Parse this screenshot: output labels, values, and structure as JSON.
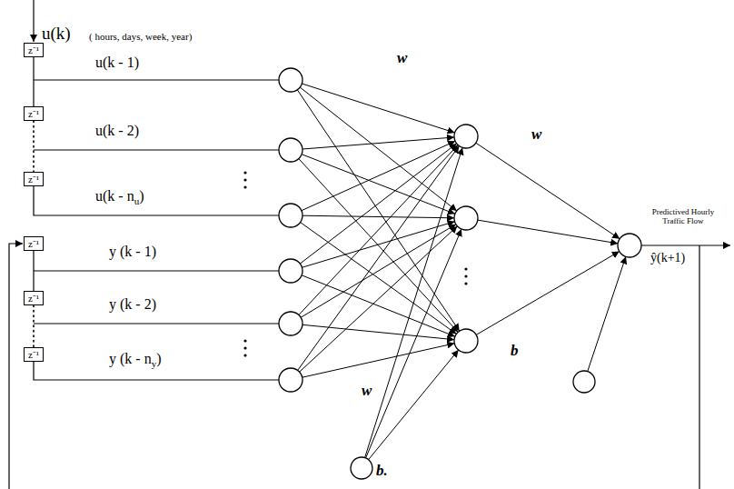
{
  "diagram": {
    "nodes": [
      {
        "text": [
          "z⁻¹"
        ]
      },
      {
        "text": [
          "z⁻¹"
        ]
      },
      {
        "text": [
          "z⁻¹"
        ]
      },
      {
        "text": [
          "z⁻¹"
        ]
      },
      {
        "text": [
          "z⁻¹"
        ]
      },
      {
        "text": [
          "z⁻¹"
        ]
      }
    ],
    "edges": [
      {
        "from": 0,
        "to": 1,
        "arrow": "none"
      },
      {
        "from": 1,
        "to": 2,
        "arrow": "none"
      },
      {
        "from": 3,
        "to": 4,
        "arrow": "none"
      },
      {
        "from": 4,
        "to": 5,
        "arrow": "none"
      }
    ],
    "labels": [
      "u(k)",
      "( hours, days, week, year)",
      "u(k - 1)",
      "w",
      "w",
      "Predictived Hourly Traffic Flow",
      "ŷ(k+1)",
      "u(k - 2)",
      "u(k - n",
      "u",
      ")",
      "y (k - 1)",
      "y (k - 2)",
      "y (k - n",
      "y",
      ")",
      "w",
      "b",
      "b."
    ]
  }
}
